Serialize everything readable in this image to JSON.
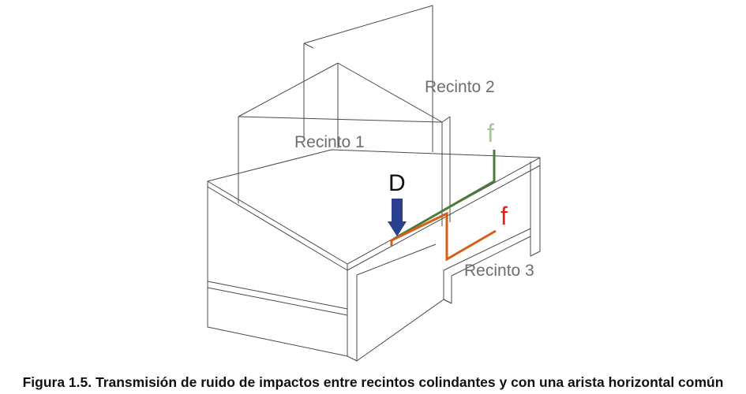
{
  "figure": {
    "labels": {
      "room1": "Recinto 1",
      "room2": "Recinto 2",
      "room3": "Recinto 3",
      "direct": "D",
      "flank_green": "f",
      "flank_red": "f"
    },
    "colors": {
      "direct_arrow": "#2b3f8f",
      "flank_green": "#4f7a3a",
      "flank_green_label": "#a9c79a",
      "flank_red": "#d2601a",
      "flank_red_label": "#e8201a",
      "label_gray": "#6e6e6e"
    }
  },
  "caption": "Figura 1.5. Transmisión de ruido de impactos entre recintos colindantes y con una arista horizontal común"
}
